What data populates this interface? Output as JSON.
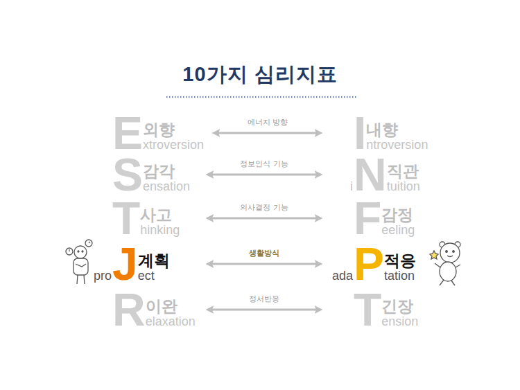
{
  "diagram": {
    "title": "10가지 심리지표",
    "nodes": [
      {
        "text": [
          "E",
          "외향",
          "xtroversion"
        ]
      },
      {
        "text": [
          "I",
          "내향",
          "ntroversion"
        ]
      },
      {
        "text": [
          "S",
          "감각",
          "ensation"
        ]
      },
      {
        "text": [
          "i",
          "N",
          "직관",
          "tuition"
        ]
      },
      {
        "text": [
          "T",
          "사고",
          "hinking"
        ]
      },
      {
        "text": [
          "F",
          "감정",
          "eeling"
        ]
      },
      {
        "text": [
          "pro",
          "J",
          "계획",
          "ect"
        ]
      },
      {
        "text": [
          "ada",
          "P",
          "적응",
          "tation"
        ]
      },
      {
        "text": [
          "R",
          "이완",
          "elaxation"
        ]
      },
      {
        "text": [
          "T",
          "긴장",
          "ension"
        ]
      }
    ],
    "edges": [
      {
        "from": 0,
        "to": 1,
        "arrow": "both",
        "label": "에너지 방향"
      },
      {
        "from": 2,
        "to": 3,
        "arrow": "both",
        "label": "정보인식 기능"
      },
      {
        "from": 4,
        "to": 5,
        "arrow": "both",
        "label": "의사결정 기능"
      },
      {
        "from": 6,
        "to": 7,
        "arrow": "both",
        "label": "생활방식"
      },
      {
        "from": 8,
        "to": 9,
        "arrow": "both",
        "label": "정서반응"
      }
    ]
  }
}
